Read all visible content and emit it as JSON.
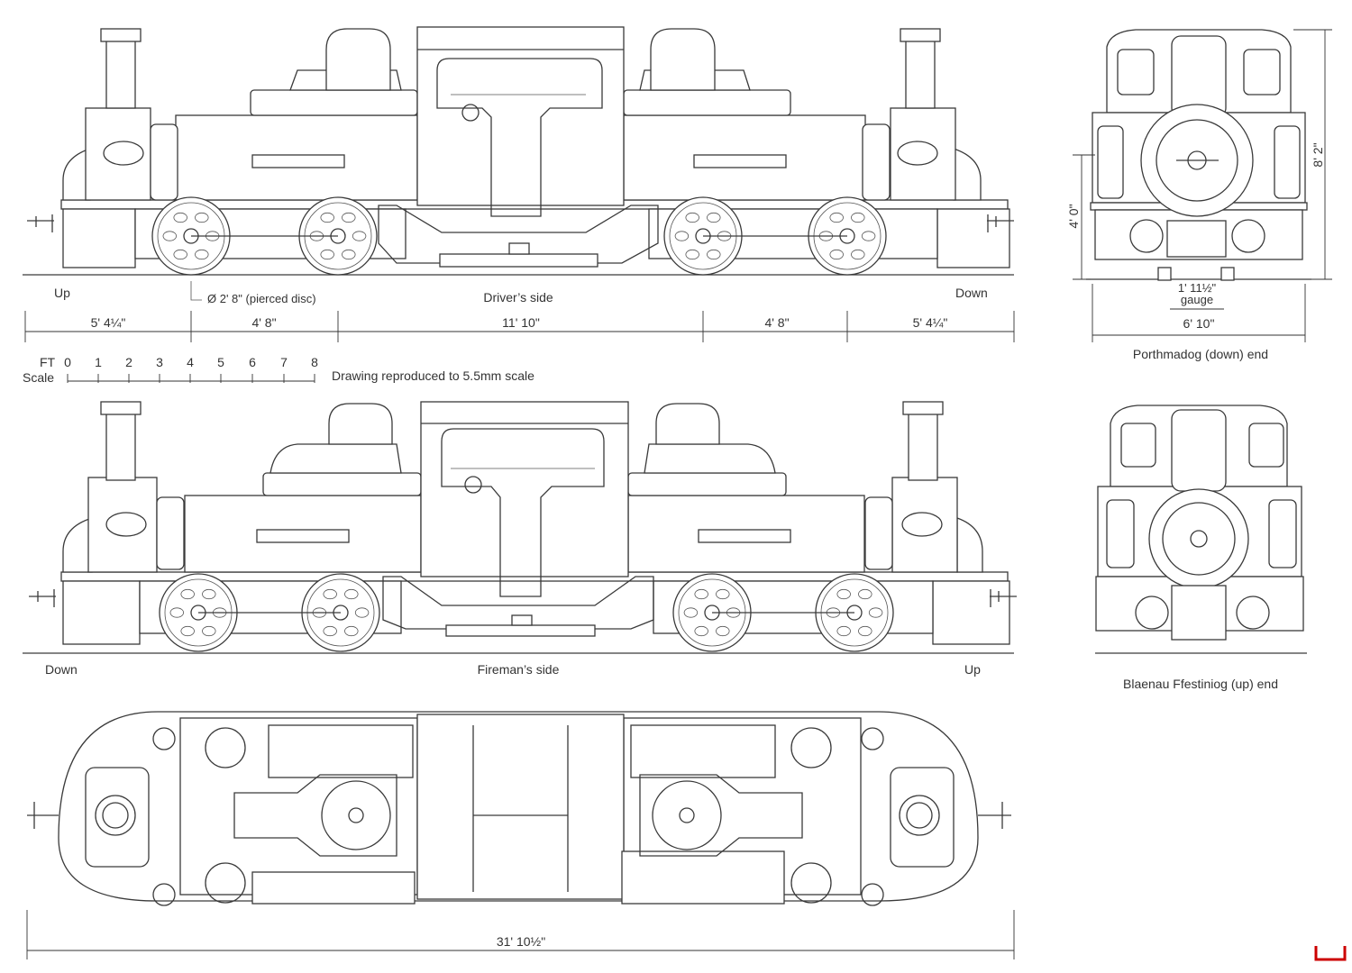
{
  "colors": {
    "line": "#3a3a3a",
    "background": "#ffffff",
    "corner_mark": "#cc0000"
  },
  "drivers_side": {
    "left_end": "Up",
    "title": "Driver’s side",
    "right_end": "Down",
    "wheel_note": "Ø 2' 8\" (pierced disc)",
    "dims": [
      "5' 4¼\"",
      "4' 8\"",
      "11' 10\"",
      "4' 8\"",
      "5' 4¼\""
    ]
  },
  "scale": {
    "ft_label": "FT",
    "label": "Scale",
    "ticks": [
      "0",
      "1",
      "2",
      "3",
      "4",
      "5",
      "6",
      "7",
      "8"
    ],
    "note": "Drawing reproduced to 5.5mm scale"
  },
  "firemans_side": {
    "left_end": "Down",
    "title": "Fireman’s side",
    "right_end": "Up"
  },
  "plan": {
    "overall_length": "31' 10½\""
  },
  "down_end": {
    "caption": "Porthmadog (down) end",
    "height": "8' 2\"",
    "platform_height": "4' 0\"",
    "gauge": "1' 11½\"",
    "gauge_word": "gauge",
    "width": "6' 10\""
  },
  "up_end": {
    "caption": "Blaenau Ffestiniog (up) end"
  }
}
